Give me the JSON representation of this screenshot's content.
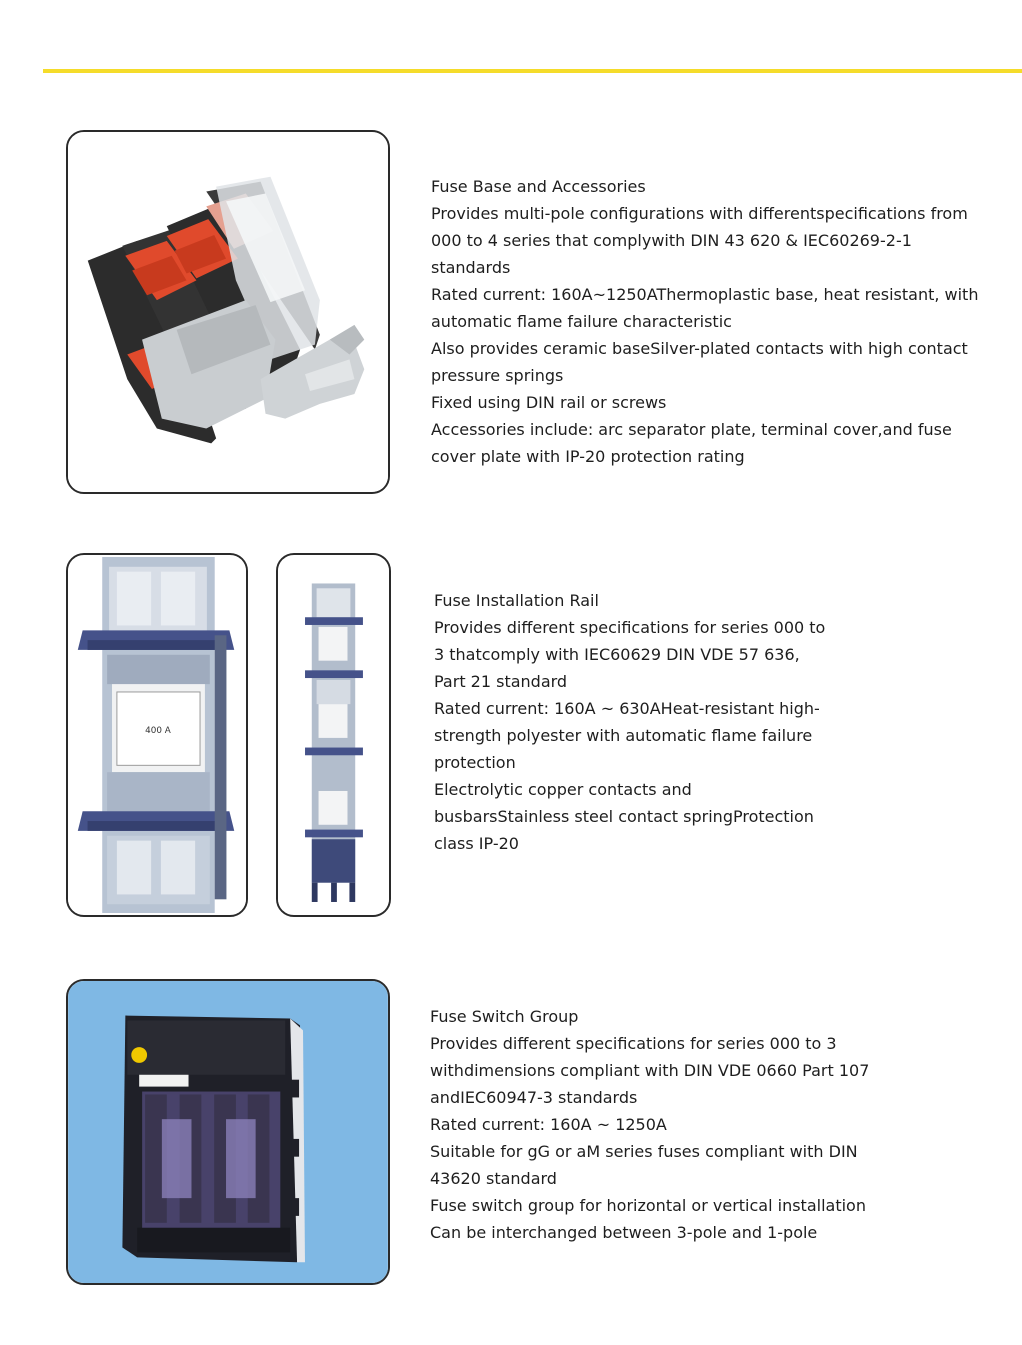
{
  "sections": [
    {
      "lines": [
        "Fuse Base and Accessories",
        "Provides multi-pole configurations with differentspecifications from 000 to 4 series that complywith DIN 43 620 & IEC60269-2-1 standards",
        "Rated current: 160A~1250AThermoplastic base, heat resistant, with automatic flame failure characteristic",
        "Also provides ceramic baseSilver-plated contacts with high contact pressure springs",
        "Fixed using DIN rail or screws",
        "Accessories include: arc separator plate, terminal cover,and fuse cover plate with IP-20 protection rating"
      ]
    },
    {
      "fuse_label": "400 A",
      "lines": [
        "Fuse Installation Rail",
        "Provides different specifications for series 000 to 3 thatcomply with IEC60629 DIN VDE 57 636, Part 21 standard",
        "Rated current: 160A ~ 630AHeat-resistant high-strength polyester with automatic flame failure protection",
        "Electrolytic copper contacts and busbarsStainless steel contact springProtection class IP-20"
      ]
    },
    {
      "lines": [
        "Fuse Switch Group",
        "Provides different specifications for series 000 to 3 withdimensions compliant with DIN VDE 0660 Part 107 andIEC60947-3 standards",
        "Rated current: 160A ~ 1250A",
        "Suitable for gG or aM series fuses compliant with DIN 43620 standard",
        "Fuse switch group for horizontal or vertical installation",
        "Can be interchanged between 3-pole and 1-pole"
      ]
    }
  ],
  "colors": {
    "accent_rule": "#f5dc2a",
    "photo_blue_bg": "#7fb8e4",
    "fuse_base_red": "#e04a2c"
  }
}
